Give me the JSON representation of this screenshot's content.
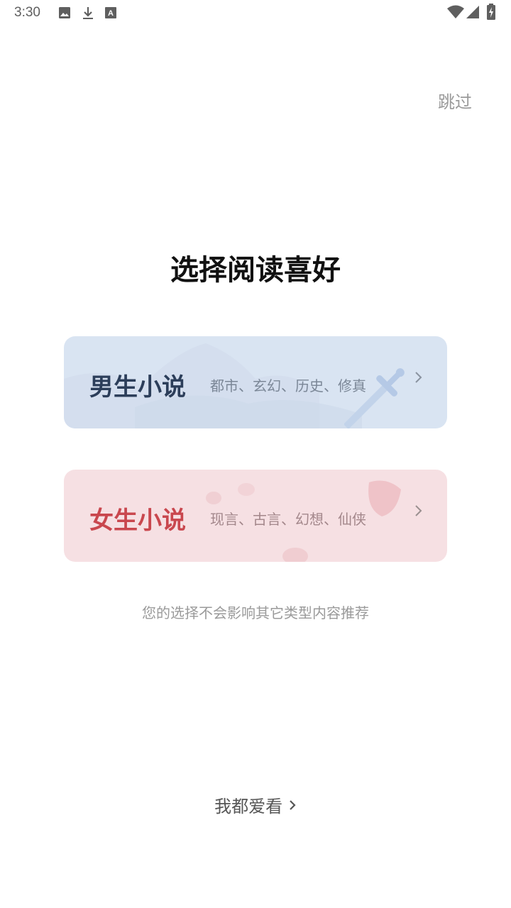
{
  "status_bar": {
    "time": "3:30",
    "left_icons": [
      "image-icon",
      "download-icon",
      "text-a-icon"
    ],
    "right_icons": [
      "wifi-icon",
      "cell-signal-icon",
      "battery-charging-icon"
    ]
  },
  "header": {
    "skip_label": "跳过"
  },
  "page": {
    "title": "选择阅读喜好"
  },
  "options": [
    {
      "title": "男生小说",
      "subtitle": "都市、玄幻、历史、修真",
      "title_color": "#2c3e5a",
      "background": "#d9e4f2",
      "decoration": "sword-icon"
    },
    {
      "title": "女生小说",
      "subtitle": "现言、古言、幻想、仙侠",
      "title_color": "#c9474e",
      "background": "#f6e0e3",
      "decoration": "petal-icon"
    }
  ],
  "note": "您的选择不会影响其它类型内容推荐",
  "footer": {
    "all_label": "我都爱看"
  }
}
